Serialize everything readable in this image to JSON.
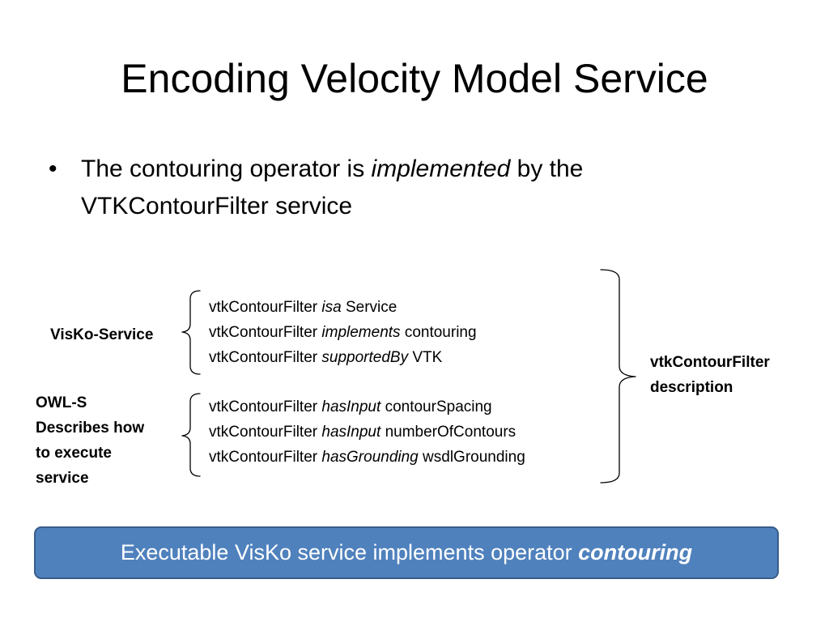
{
  "slide": {
    "title": "Encoding Velocity Model Service",
    "bullet": {
      "symbol": "•",
      "text_before": "The contouring operator is ",
      "text_emphasis": "implemented",
      "text_after": " by the VTKContourFilter service"
    },
    "group1": {
      "label": "VisKo-Service",
      "statements": [
        {
          "subject": "vtkContourFilter",
          "predicate": "isa",
          "object": "Service"
        },
        {
          "subject": "vtkContourFilter",
          "predicate": "implements",
          "object": "contouring"
        },
        {
          "subject": "vtkContourFilter",
          "predicate": "supportedBy",
          "object": "VTK"
        }
      ]
    },
    "group2": {
      "label_lines": [
        "OWL-S",
        "Describes how",
        "to execute",
        "service"
      ],
      "statements": [
        {
          "subject": "vtkContourFilter",
          "predicate": "hasInput",
          "object": "contourSpacing"
        },
        {
          "subject": "vtkContourFilter",
          "predicate": "hasInput",
          "object": "numberOfContours"
        },
        {
          "subject": "vtkContourFilter",
          "predicate": "hasGrounding",
          "object": "wsdlGrounding"
        }
      ]
    },
    "description_label_lines": [
      "vtkContourFilter",
      "description"
    ],
    "banner": {
      "text": "Executable VisKo service implements operator ",
      "emphasis": "contouring"
    },
    "colors": {
      "banner_fill": "#4f81bd",
      "banner_border": "#385d8a",
      "bracket_stroke": "#000000"
    }
  }
}
